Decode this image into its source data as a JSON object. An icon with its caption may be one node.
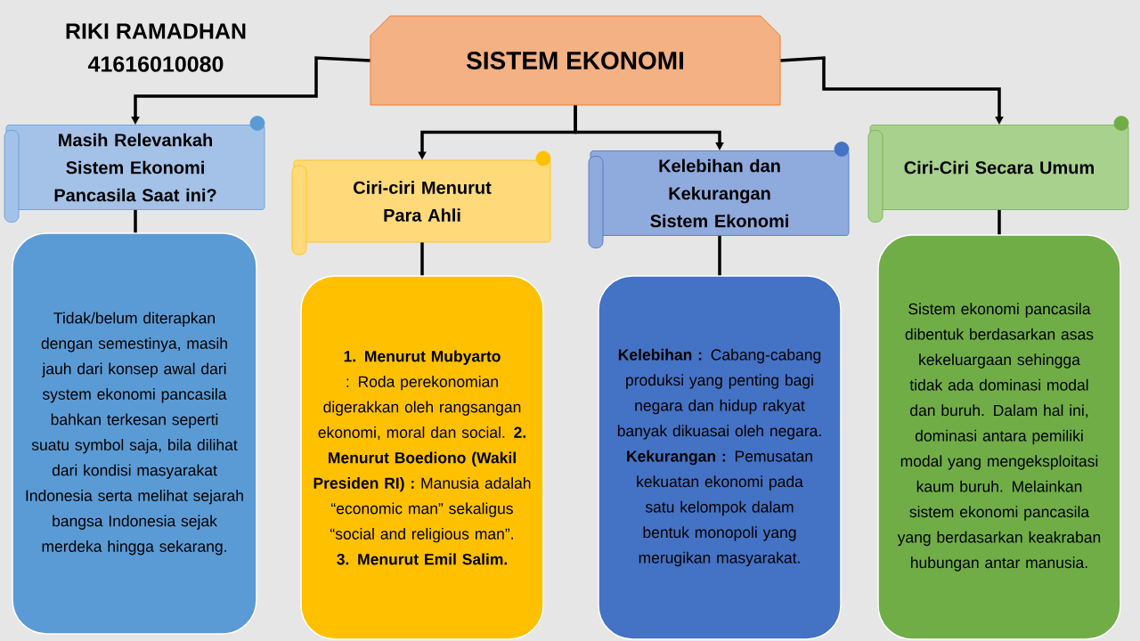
{
  "diagram": {
    "nodes": [
      {
        "text": [
          "SISTEM EKONOMI"
        ]
      },
      {
        "text": [
          "Masih Relevankah Sistem Ekonomi Pancasila Saat ini?"
        ]
      },
      {
        "text": [
          "Ciri-ciri Menurut Para Ahli"
        ]
      },
      {
        "text": [
          "Kelebihan dan Kekurangan Sistem Ekonomi"
        ]
      },
      {
        "text": [
          "Ciri-Ciri Secara Umum"
        ]
      },
      {
        "text": [
          "Tidak/belum diterapkan dengan semestinya, masih jauh dari konsep awal dari system ekonomi pancasila bahkan terkesan seperti suatu symbol saja, bila dilihat dari kondisi masyarakat Indonesia serta melihat sejarah bangsa Indonesia sejak merdeka hingga sekarang."
        ]
      },
      {
        "text": [
          "**1. Menurut Mubyarto** : Roda perekonomian digerakkan oleh rangsangan ekonomi, moral dan social. **2. Menurut Boediono (Wakil Presiden RI) :** Manusia adalah “economic man” sekaligus “social and religious man”. **3. Menurut Emil Salim.**"
        ]
      },
      {
        "text": [
          "**Kelebihan :** Cabang-cabang produksi yang penting bagi negara dan hidup rakyat banyak dikuasai oleh negara. **Kekurangan :** Pemusatan kekuatan ekonomi pada satu kelompok dalam bentuk monopoli yang merugikan masyarakat."
        ]
      },
      {
        "text": [
          "Sistem ekonomi pancasila dibentuk berdasarkan asas kekeluargaan sehingga tidak ada dominasi modal dan buruh. Dalam hal ini, dominasi antara pemiliki modal yang mengeksploitasi kaum buruh. Melainkan sistem ekonomi pancasila yang berdasarkan keakraban hubungan antar manusia."
        ]
      }
    ],
    "edges": [
      {
        "from": 0,
        "to": 1,
        "arrow": "to"
      },
      {
        "from": 0,
        "to": 2,
        "arrow": "to"
      },
      {
        "from": 0,
        "to": 3,
        "arrow": "to"
      },
      {
        "from": 0,
        "to": 4,
        "arrow": "to"
      },
      {
        "from": 1,
        "to": 5,
        "arrow": "none"
      },
      {
        "from": 2,
        "to": 6,
        "arrow": "none"
      },
      {
        "from": 3,
        "to": 7,
        "arrow": "none"
      },
      {
        "from": 4,
        "to": 8,
        "arrow": "none"
      }
    ],
    "labels": [
      "RIKI RAMADHAN",
      "41616010080"
    ]
  }
}
